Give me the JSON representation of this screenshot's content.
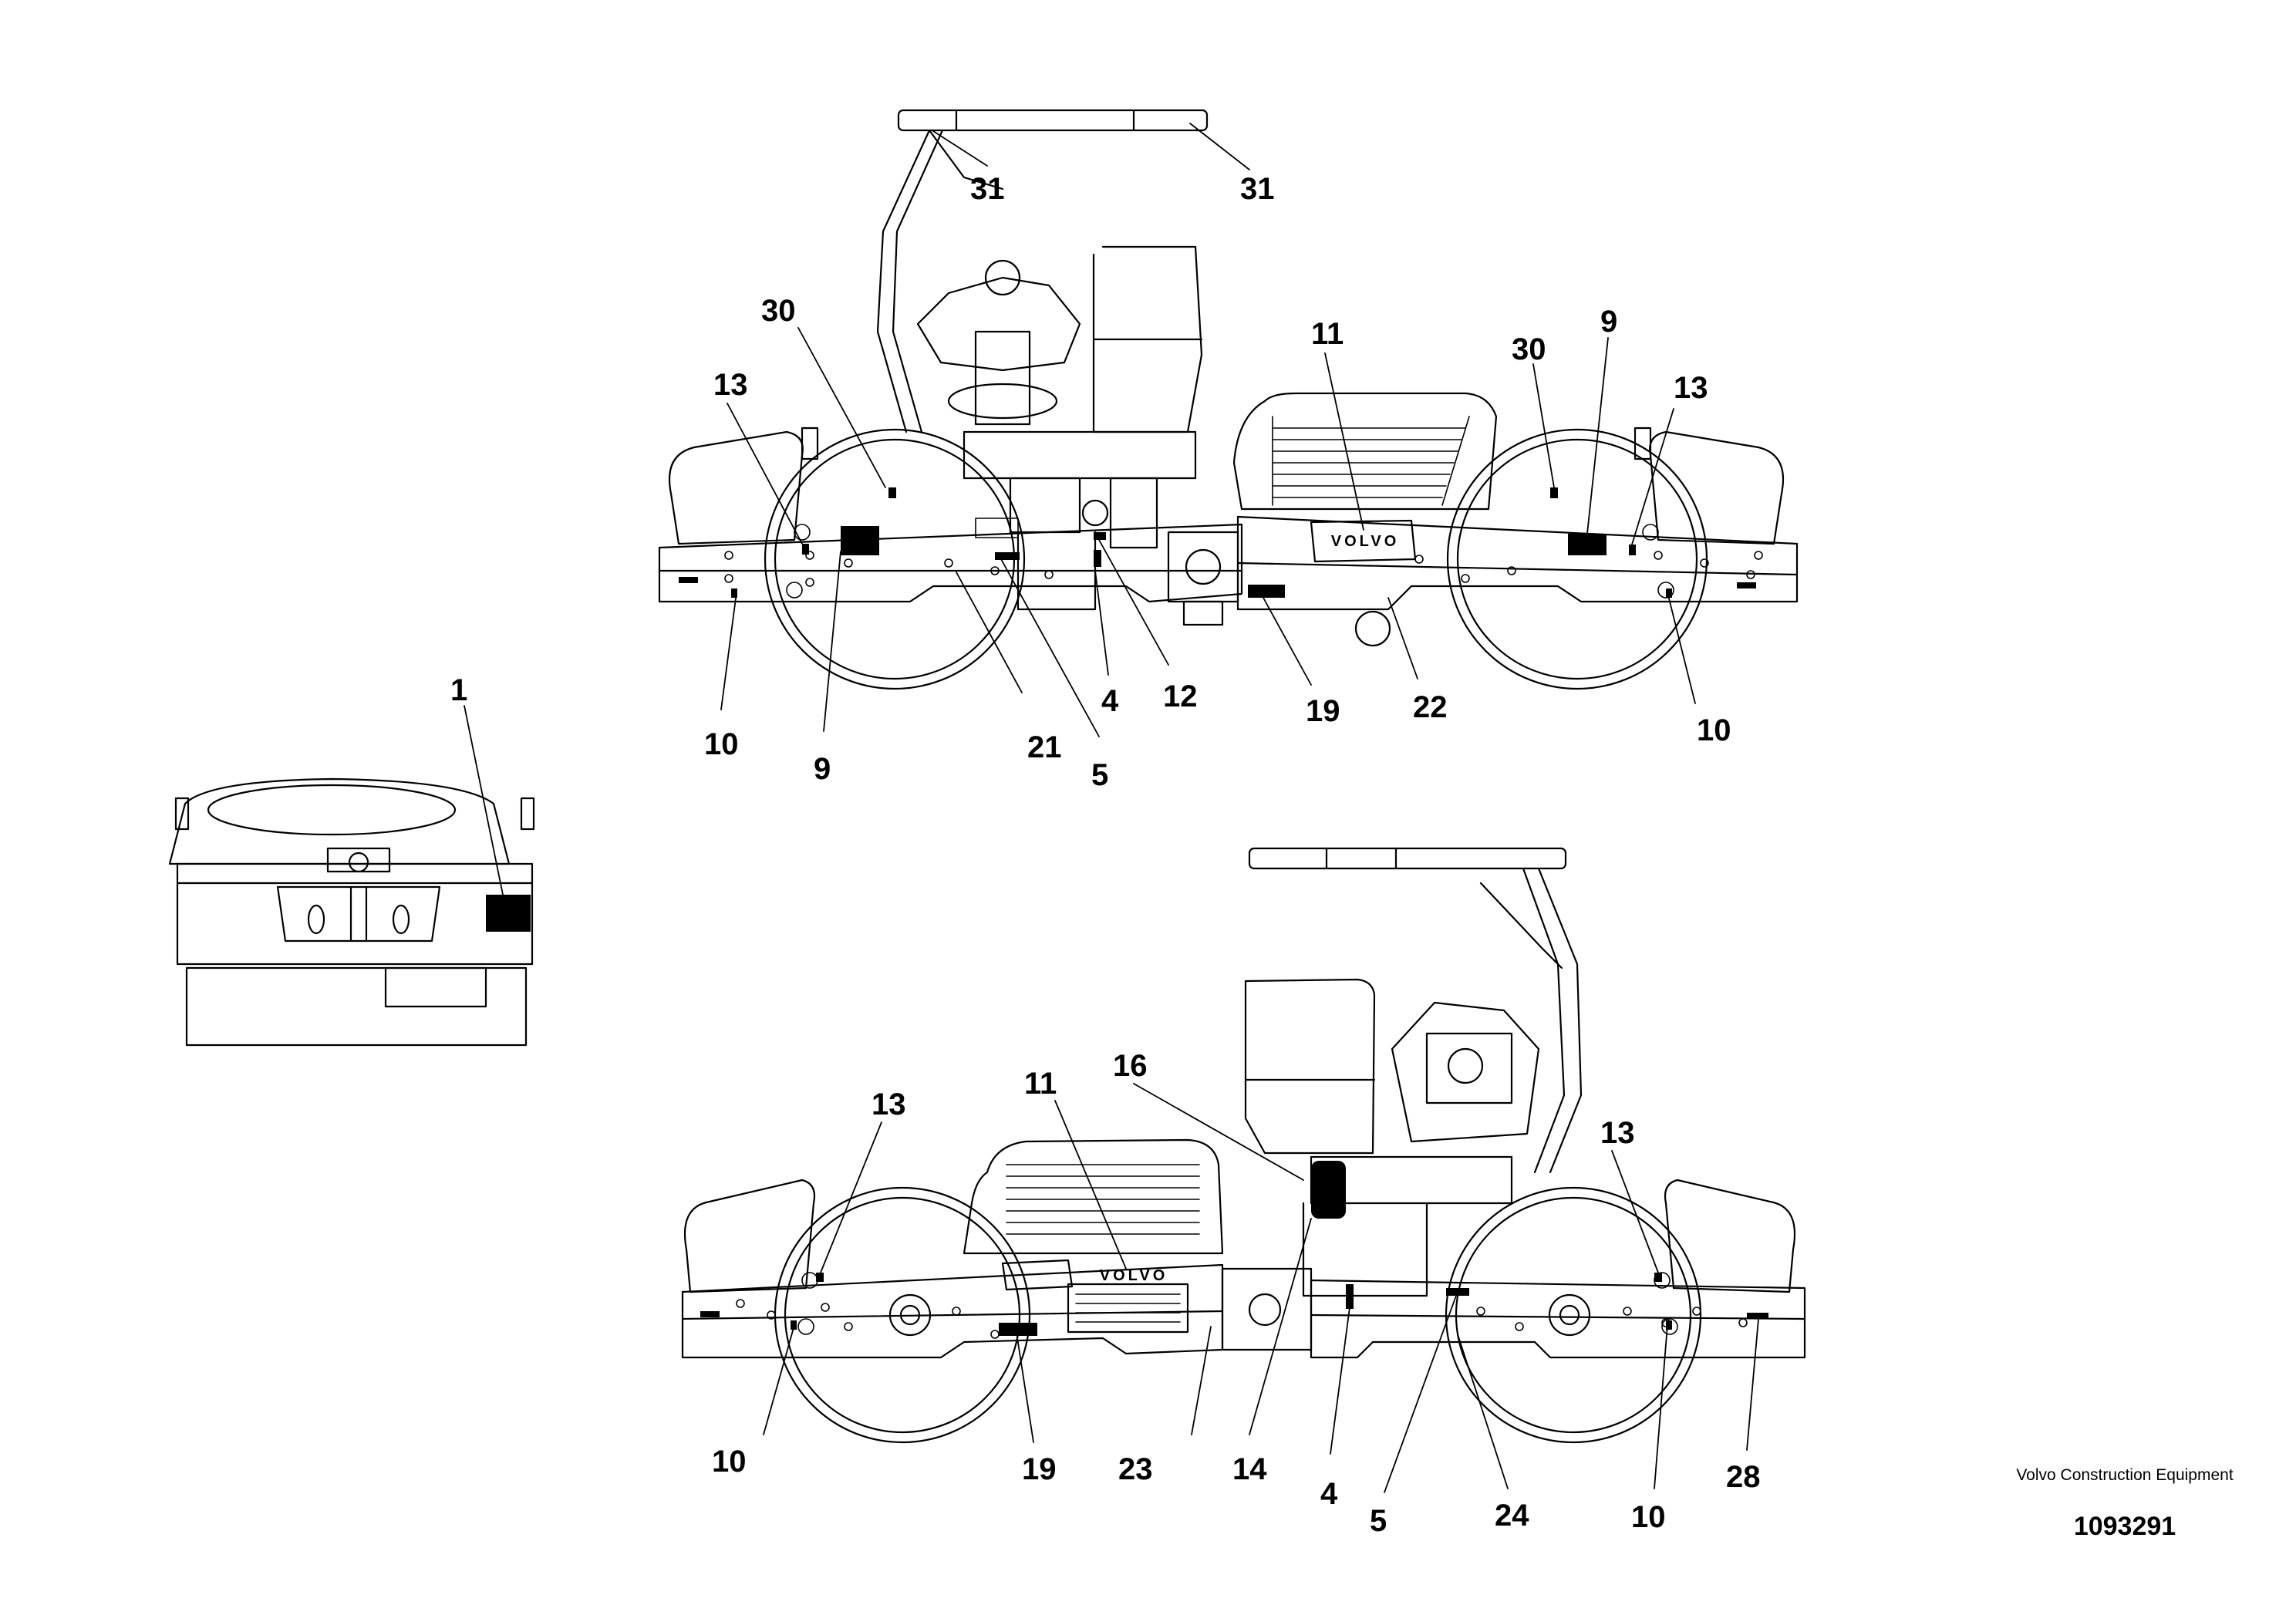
{
  "logo_text": "VOLVO",
  "callouts": {
    "top": {
      "c31a": "31",
      "c31b": "31",
      "c30a": "30",
      "c30b": "30",
      "c13a": "13",
      "c13b": "13",
      "c11": "11",
      "c9a": "9",
      "c9b": "9",
      "c10a": "10",
      "c10b": "10",
      "c21": "21",
      "c5": "5",
      "c4": "4",
      "c12": "12",
      "c19": "19",
      "c22": "22"
    },
    "front": {
      "c1": "1"
    },
    "bottom": {
      "c13a": "13",
      "c13b": "13",
      "c11": "11",
      "c16": "16",
      "c10a": "10",
      "c10b": "10",
      "c19": "19",
      "c23": "23",
      "c14": "14",
      "c4": "4",
      "c5": "5",
      "c24": "24",
      "c28": "28"
    }
  },
  "footer": {
    "brand": "Volvo Construction Equipment",
    "number": "1093291"
  }
}
